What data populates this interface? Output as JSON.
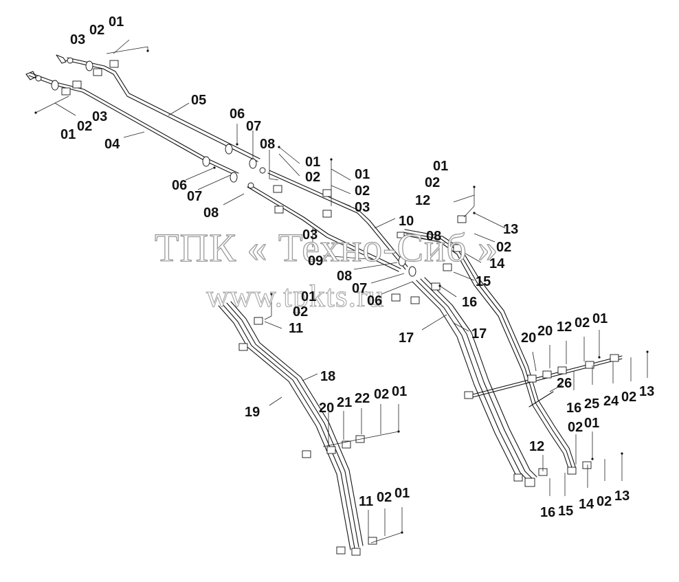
{
  "watermark": {
    "line1": "ТПК « Техно-Сиб »",
    "line2": "www.tpkts.ru"
  },
  "callouts": [
    {
      "id": "c01",
      "text": "01"
    },
    {
      "id": "c02",
      "text": "02"
    },
    {
      "id": "c03",
      "text": "03"
    },
    {
      "id": "c04",
      "text": "01"
    },
    {
      "id": "c05",
      "text": "02"
    },
    {
      "id": "c06",
      "text": "03"
    },
    {
      "id": "c07",
      "text": "04"
    },
    {
      "id": "c08",
      "text": "05"
    },
    {
      "id": "c09",
      "text": "06"
    },
    {
      "id": "c10",
      "text": "07"
    },
    {
      "id": "c11",
      "text": "08"
    },
    {
      "id": "c12",
      "text": "01"
    },
    {
      "id": "c13",
      "text": "02"
    },
    {
      "id": "c14",
      "text": "01"
    },
    {
      "id": "c15",
      "text": "02"
    },
    {
      "id": "c16",
      "text": "03"
    },
    {
      "id": "c17",
      "text": "06"
    },
    {
      "id": "c18",
      "text": "07"
    },
    {
      "id": "c19",
      "text": "08"
    },
    {
      "id": "c20",
      "text": "10"
    },
    {
      "id": "c21",
      "text": "03"
    },
    {
      "id": "c22",
      "text": "09"
    },
    {
      "id": "c23",
      "text": "08"
    },
    {
      "id": "c24",
      "text": "07"
    },
    {
      "id": "c25",
      "text": "06"
    },
    {
      "id": "c26",
      "text": "08"
    },
    {
      "id": "c27",
      "text": "01"
    },
    {
      "id": "c28",
      "text": "02"
    },
    {
      "id": "c29",
      "text": "12"
    },
    {
      "id": "c30",
      "text": "13"
    },
    {
      "id": "c31",
      "text": "02"
    },
    {
      "id": "c32",
      "text": "14"
    },
    {
      "id": "c33",
      "text": "15"
    },
    {
      "id": "c34",
      "text": "16"
    },
    {
      "id": "c35",
      "text": "17"
    },
    {
      "id": "c36",
      "text": "17"
    },
    {
      "id": "c37",
      "text": "01"
    },
    {
      "id": "c38",
      "text": "02"
    },
    {
      "id": "c39",
      "text": "11"
    },
    {
      "id": "c40",
      "text": "18"
    },
    {
      "id": "c41",
      "text": "19"
    },
    {
      "id": "c42",
      "text": "20"
    },
    {
      "id": "c43",
      "text": "20"
    },
    {
      "id": "c44",
      "text": "12"
    },
    {
      "id": "c45",
      "text": "02"
    },
    {
      "id": "c46",
      "text": "01"
    },
    {
      "id": "c47",
      "text": "26"
    },
    {
      "id": "c48",
      "text": "16"
    },
    {
      "id": "c49",
      "text": "25"
    },
    {
      "id": "c50",
      "text": "24"
    },
    {
      "id": "c51",
      "text": "02"
    },
    {
      "id": "c52",
      "text": "13"
    },
    {
      "id": "c53",
      "text": "20"
    },
    {
      "id": "c54",
      "text": "21"
    },
    {
      "id": "c55",
      "text": "22"
    },
    {
      "id": "c56",
      "text": "02"
    },
    {
      "id": "c57",
      "text": "01"
    },
    {
      "id": "c58",
      "text": "12"
    },
    {
      "id": "c59",
      "text": "02"
    },
    {
      "id": "c60",
      "text": "01"
    },
    {
      "id": "c61",
      "text": "16"
    },
    {
      "id": "c62",
      "text": "15"
    },
    {
      "id": "c63",
      "text": "14"
    },
    {
      "id": "c64",
      "text": "02"
    },
    {
      "id": "c65",
      "text": "13"
    },
    {
      "id": "c66",
      "text": "11"
    },
    {
      "id": "c67",
      "text": "02"
    },
    {
      "id": "c68",
      "text": "01"
    }
  ]
}
